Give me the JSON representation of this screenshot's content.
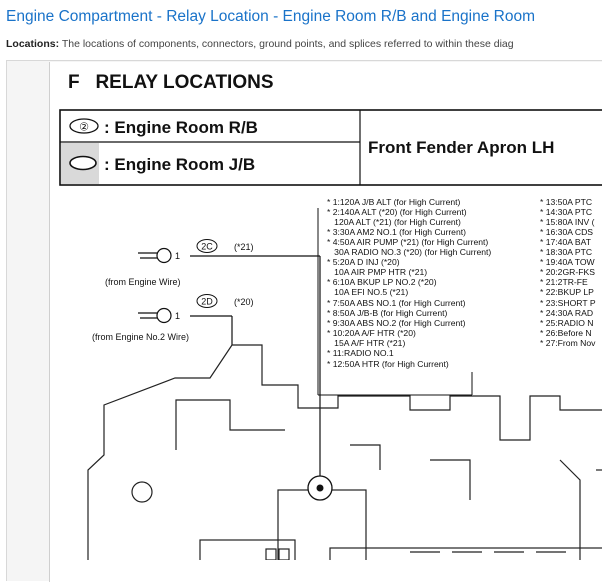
{
  "header": {
    "title": "Engine Compartment - Relay Location - Engine Room R/B and Engine Room",
    "locations_label": "Locations:",
    "locations_text": "The locations of components, connectors, ground points, and splices referred to within these diag"
  },
  "diagram": {
    "section_title": "F   RELAY LOCATIONS",
    "legend": [
      {
        "symbol": "②",
        "label": ": Engine Room R/B"
      },
      {
        "symbol": "",
        "label": ": Engine Room J/B"
      }
    ],
    "location_header": "Front Fender Apron LH",
    "connectors": [
      {
        "id": "2C",
        "pin": "1",
        "note": "(*21)",
        "source": "(from Engine Wire)"
      },
      {
        "id": "2D",
        "pin": "1",
        "note": "(*20)",
        "source": "(from Engine No.2 Wire)"
      }
    ],
    "notes_left": [
      "* 1:120A J/B ALT (for High Current)",
      "* 2:140A ALT (*20) (for High Current)",
      "   120A ALT (*21) (for High Current)",
      "* 3:30A AM2 NO.1 (for High Current)",
      "* 4:50A AIR PUMP (*21) (for High Current)",
      "   30A RADIO NO.3 (*20) (for High Current)",
      "* 5:20A D INJ (*20)",
      "   10A AIR PMP HTR (*21)",
      "* 6:10A BKUP LP NO.2 (*20)",
      "   10A EFI NO.5 (*21)",
      "* 7:50A ABS NO.1 (for High Current)",
      "* 8:50A J/B-B (for High Current)",
      "* 9:30A ABS NO.2 (for High Current)",
      "* 10:20A A/F HTR (*20)",
      "   15A A/F HTR (*21)",
      "* 11:RADIO NO.1",
      "* 12:50A HTR (for High Current)"
    ],
    "notes_right": [
      "* 13:50A PTC",
      "* 14:30A PTC",
      "* 15:80A INV (",
      "* 16:30A CDS",
      "* 17:40A BAT",
      "* 18:30A PTC",
      "* 19:40A TOW",
      "* 20:2GR-FKS",
      "* 21:2TR-FE",
      "* 22:BKUP LP",
      "* 23:SHORT P",
      "* 24:30A RAD",
      "* 25:RADIO N",
      "* 26:Before N",
      "* 27:From Nov"
    ]
  }
}
